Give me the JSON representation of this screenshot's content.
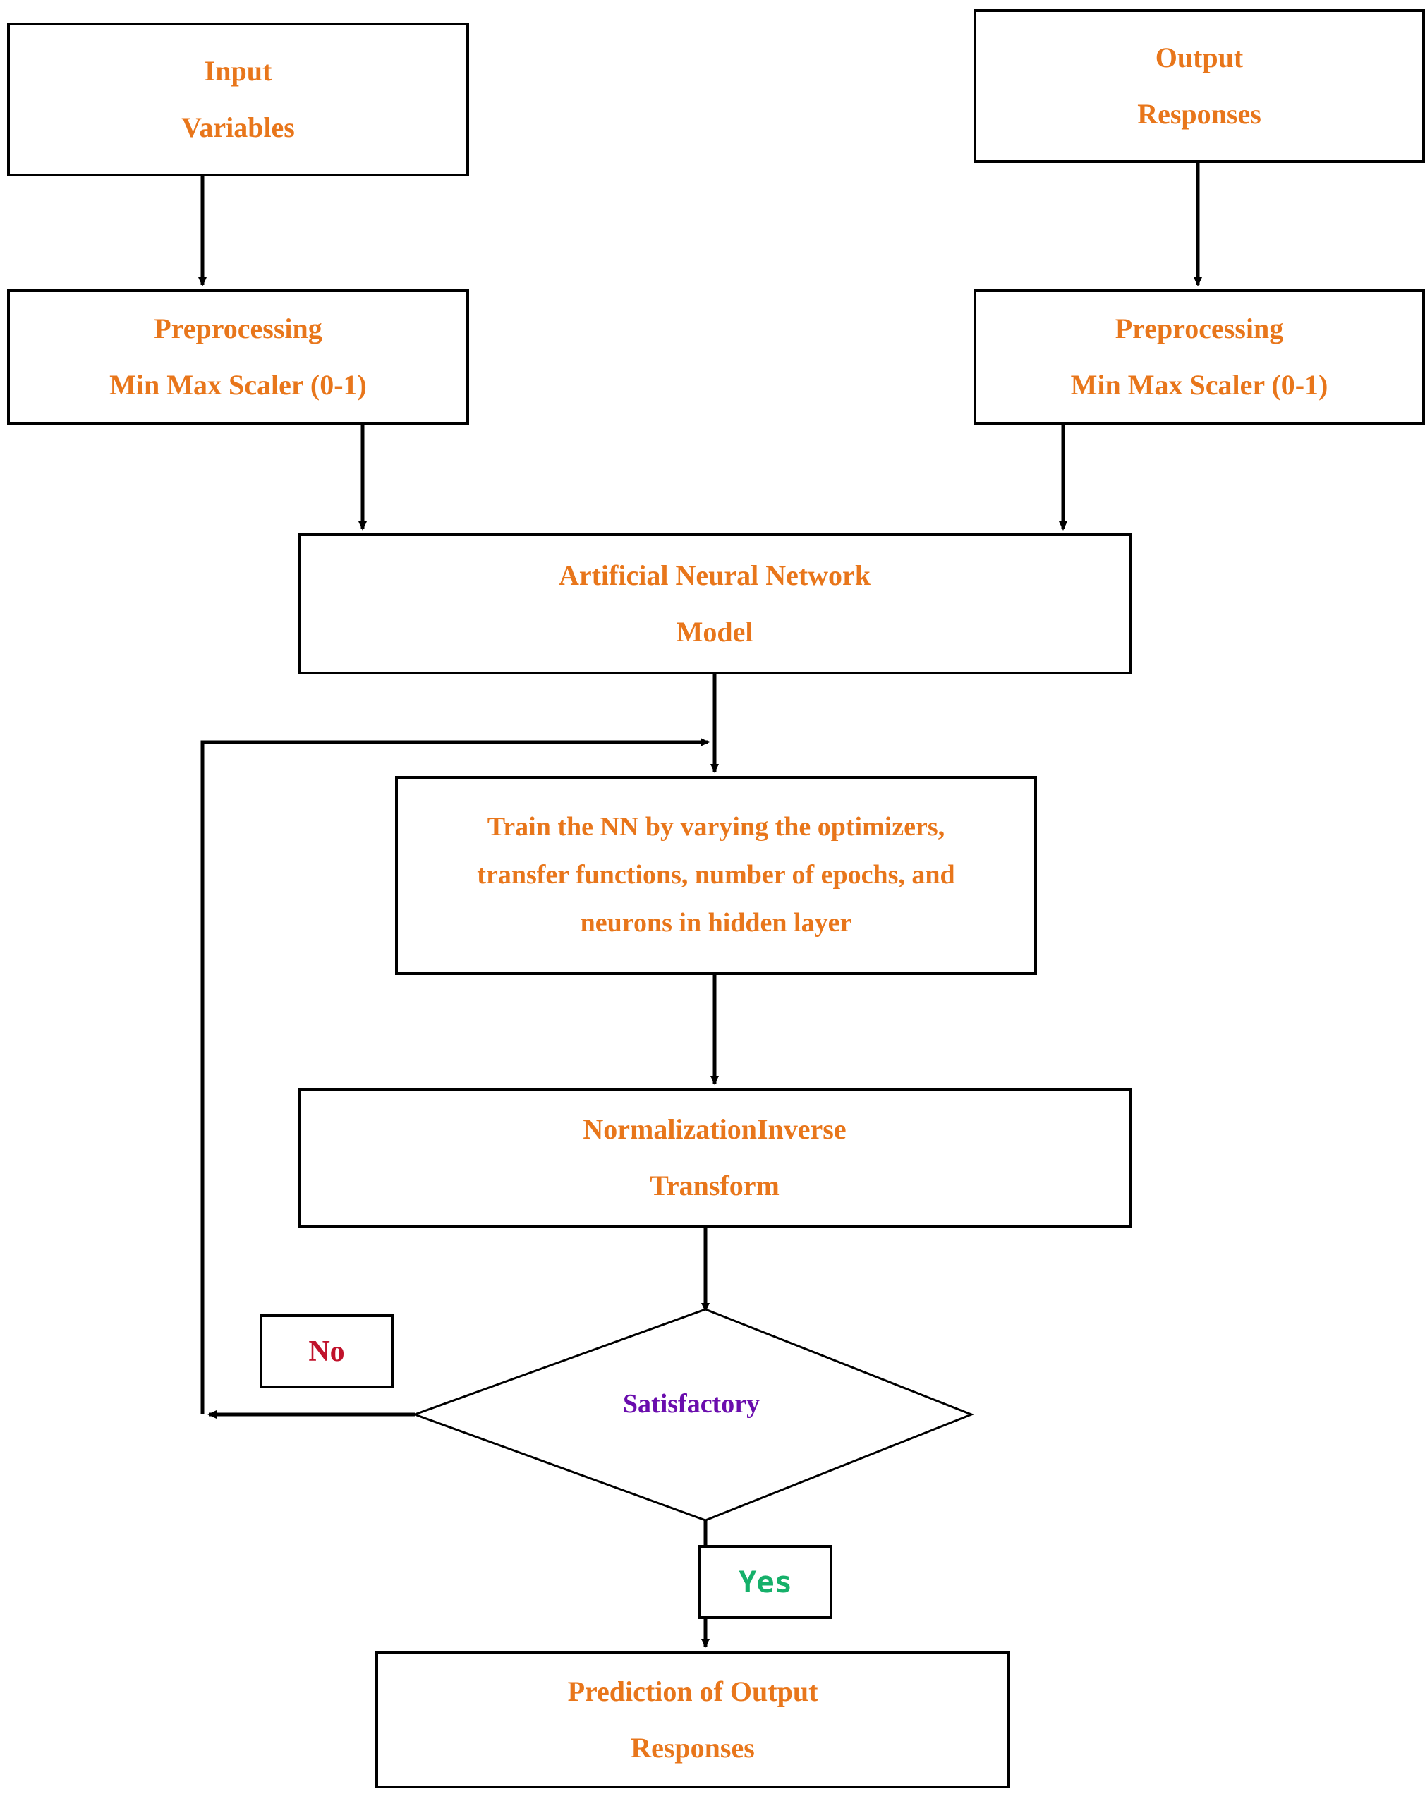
{
  "diagram": {
    "title": "Artificial Neural Network modelling workflow flowchart",
    "type": "flowchart",
    "colors": {
      "node_text": "#E8761B",
      "decision_text": "#6A0DAD",
      "no_label": "#C0122B",
      "yes_label": "#16B06A",
      "stroke": "#000000",
      "background": "#FFFFFF"
    }
  },
  "nodes": {
    "input": {
      "line1": "Input",
      "line2": "Variables"
    },
    "output": {
      "line1": "Output",
      "line2": "Responses"
    },
    "preprocessing_input": {
      "line1": "Preprocessing",
      "line2": "Min Max Scaler (0-1)"
    },
    "preprocessing_output": {
      "line1": "Preprocessing",
      "line2": "Min Max Scaler (0-1)"
    },
    "ann_model": {
      "line1": "Artificial Neural Network",
      "line2": "Model"
    },
    "train": {
      "line1": "Train the NN by varying the optimizers,",
      "line2": "transfer functions, number of epochs, and",
      "line3": "neurons in hidden layer"
    },
    "normalization": {
      "line1": "NormalizationInverse",
      "line2": "Transform"
    },
    "prediction": {
      "line1": "Prediction of Output",
      "line2": "Responses"
    }
  },
  "decision": {
    "label": "Satisfactory",
    "branch_no": "No",
    "branch_yes": "Yes"
  },
  "edges": [
    {
      "from": "input",
      "to": "preprocessing_input",
      "label": ""
    },
    {
      "from": "output",
      "to": "preprocessing_output",
      "label": ""
    },
    {
      "from": "preprocessing_input",
      "to": "ann_model",
      "label": ""
    },
    {
      "from": "preprocessing_output",
      "to": "ann_model",
      "label": ""
    },
    {
      "from": "ann_model",
      "to": "train",
      "label": ""
    },
    {
      "from": "train",
      "to": "normalization",
      "label": ""
    },
    {
      "from": "normalization",
      "to": "decision",
      "label": ""
    },
    {
      "from": "decision",
      "to": "train",
      "label": "No"
    },
    {
      "from": "decision",
      "to": "prediction",
      "label": "Yes"
    }
  ]
}
